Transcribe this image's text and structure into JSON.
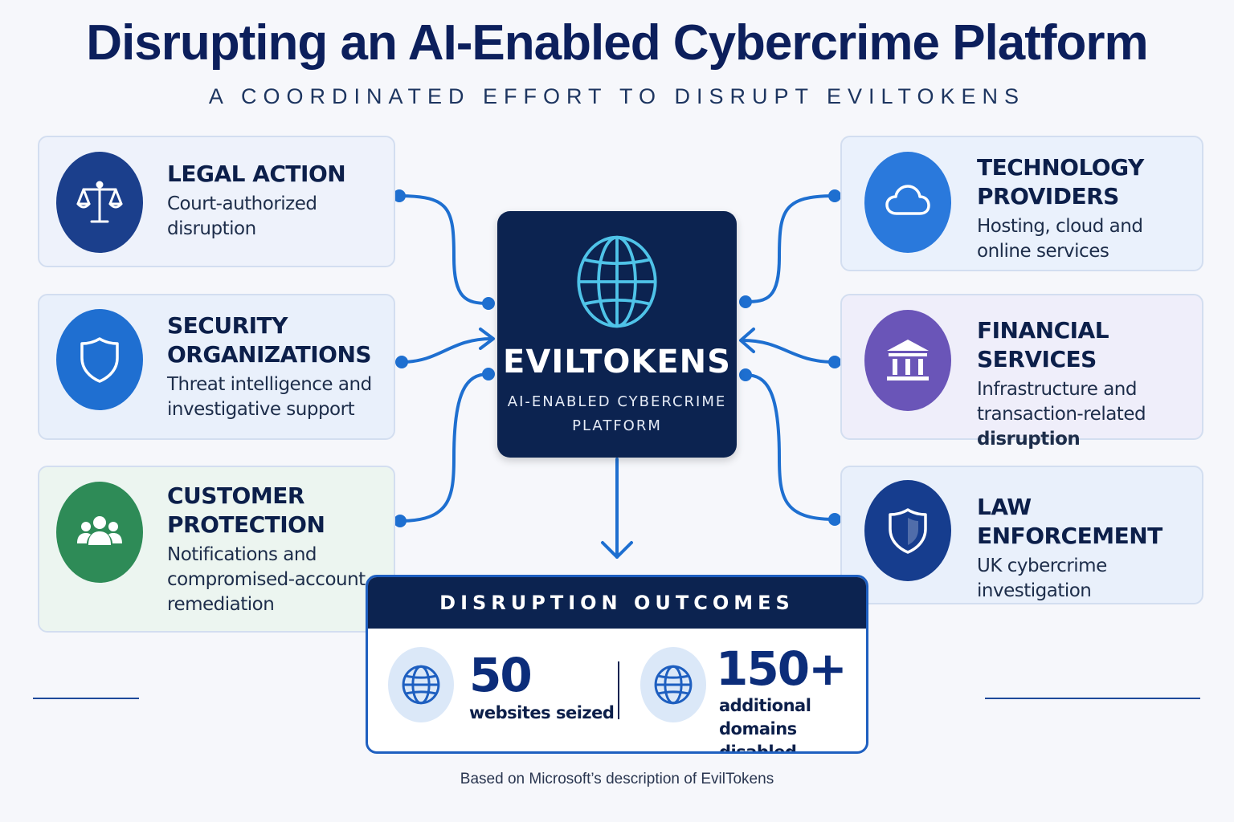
{
  "header": {
    "title": "Disrupting an AI-Enabled Cybercrime Platform",
    "subtitle": "A COORDINATED EFFORT TO DISRUPT EVILTOKENS"
  },
  "hub": {
    "name": "EVILTOKENS",
    "sub_line1": "AI-ENABLED CYBERCRIME",
    "sub_line2": "PLATFORM",
    "icon": "globe-icon"
  },
  "partners_left": [
    {
      "id": "legal",
      "title_lines": [
        "LEGAL ACTION"
      ],
      "desc_lines": [
        "Court-authorized",
        "disruption"
      ],
      "icon": "scales-icon",
      "color": "#1b3f8c"
    },
    {
      "id": "security",
      "title_lines": [
        "SECURITY",
        "ORGANIZATIONS"
      ],
      "desc_lines": [
        "Threat intelligence and",
        "investigative support"
      ],
      "icon": "shield-icon",
      "color": "#1f6fd1"
    },
    {
      "id": "customer",
      "title_lines": [
        "CUSTOMER",
        "PROTECTION"
      ],
      "desc_lines": [
        "Notifications and",
        "compromised-account",
        "remediation"
      ],
      "icon": "people-icon",
      "color": "#2e8b57"
    }
  ],
  "partners_right": [
    {
      "id": "technology",
      "title_lines": [
        "TECHNOLOGY",
        "PROVIDERS"
      ],
      "desc_lines": [
        "Hosting, cloud and",
        "online services"
      ],
      "icon": "cloud-icon",
      "color": "#2a79dc"
    },
    {
      "id": "financial",
      "title_lines": [
        "FINANCIAL SERVICES"
      ],
      "desc_lines": [
        "Infrastructure and",
        "transaction-related"
      ],
      "desc_bold_line": "disruption",
      "icon": "bank-icon",
      "color": "#6a55b8"
    },
    {
      "id": "law",
      "title_lines": [
        "LAW ENFORCEMENT"
      ],
      "desc_lines": [
        "UK cybercrime",
        "investigation"
      ],
      "icon": "badge-shield-icon",
      "color": "#163d8e"
    }
  ],
  "outcomes": {
    "heading": "DISRUPTION OUTCOMES",
    "stats": [
      {
        "value": "50",
        "label_lines": [
          "websites seized"
        ],
        "icon": "globe-icon"
      },
      {
        "value": "150+",
        "label_lines": [
          "additional domains",
          "disabled"
        ],
        "icon": "globe-icon"
      }
    ]
  },
  "footer": "Based on Microsoft’s description of EvilTokens",
  "colors": {
    "navy": "#0c2350",
    "connector": "#1e6fd0",
    "accent_cyan": "#4fc3e8"
  }
}
